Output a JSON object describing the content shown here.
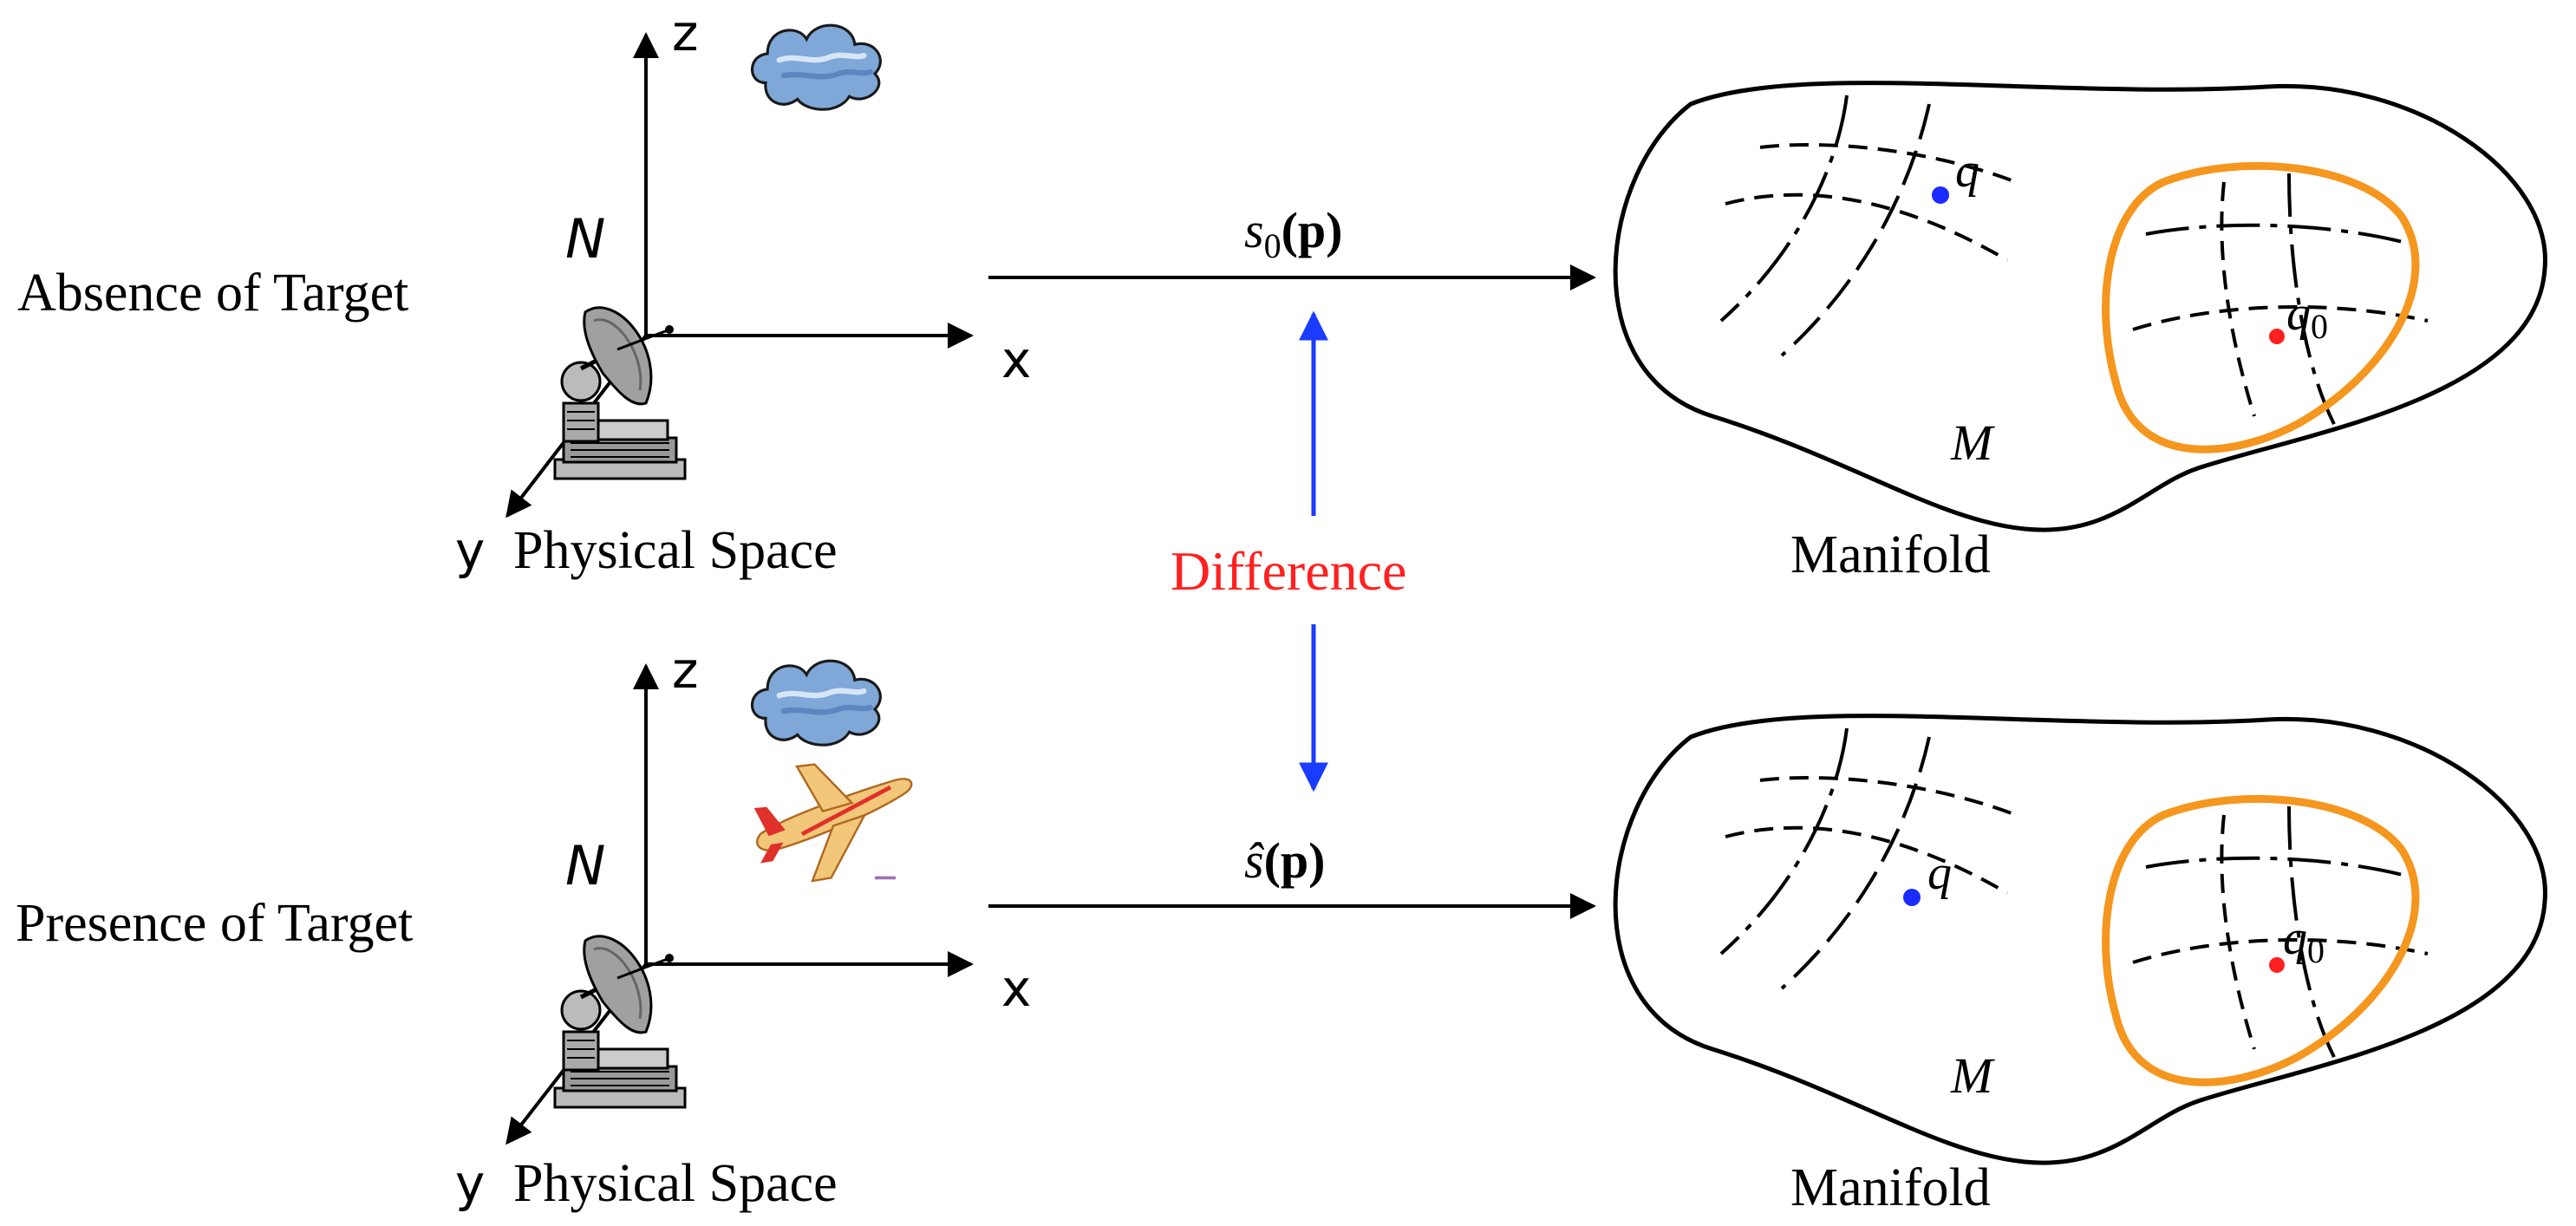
{
  "top_panel": {
    "condition_label": "Absence of Target",
    "axis_z": "z",
    "axis_x": "x",
    "axis_y": "y",
    "axis_n": "N",
    "space_label": "Physical Space",
    "signal_main": "s",
    "signal_sub": "0",
    "signal_arg": "(p)",
    "manifold_label": "Manifold",
    "manifold_symbol": "M",
    "point_q": "q",
    "point_q0_main": "q",
    "point_q0_sub": "0"
  },
  "bottom_panel": {
    "condition_label": "Presence of Target",
    "axis_z": "z",
    "axis_x": "x",
    "axis_y": "y",
    "axis_n": "N",
    "space_label": "Physical Space",
    "signal_main": "ŝ",
    "signal_arg": "(p)",
    "manifold_label": "Manifold",
    "manifold_symbol": "M",
    "point_q": "q",
    "point_q0_main": "q",
    "point_q0_sub": "0"
  },
  "difference_label": "Difference",
  "icons": {
    "radar": "radar-dish-icon",
    "cloud": "cloud-icon",
    "airplane": "airplane-icon"
  },
  "colors": {
    "difference_text": "#ff2020",
    "difference_arrow": "#1a3cff",
    "orange_submanifold": "#f5961e",
    "point_q": "#1a2cff",
    "point_q0": "#ff2020",
    "cloud_fill": "#7fa8d8",
    "airplane_body": "#f2c77a",
    "airplane_accent": "#e0302a"
  }
}
